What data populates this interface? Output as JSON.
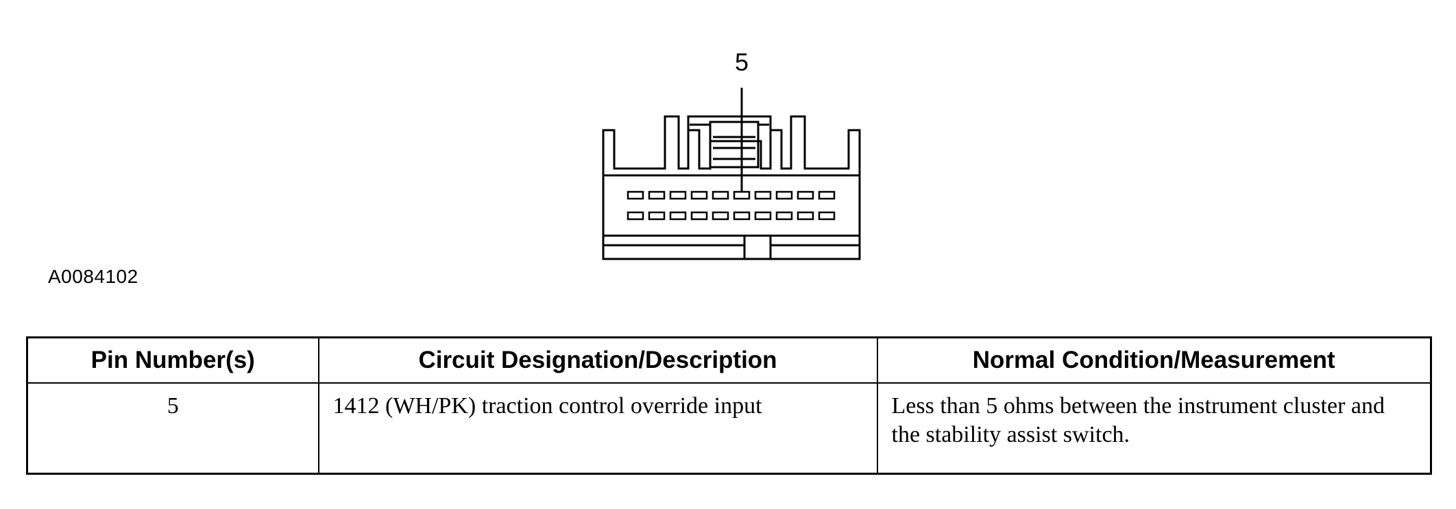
{
  "diagram": {
    "callout_label": "5",
    "figure_id": "A0084102"
  },
  "table": {
    "headers": [
      "Pin Number(s)",
      "Circuit Designation/Description",
      "Normal Condition/Measurement"
    ],
    "rows": [
      {
        "pin": "5",
        "circuit": "1412 (WH/PK) traction control override input",
        "condition": "Less than 5 ohms between the instrument cluster and the stability assist switch."
      }
    ]
  }
}
